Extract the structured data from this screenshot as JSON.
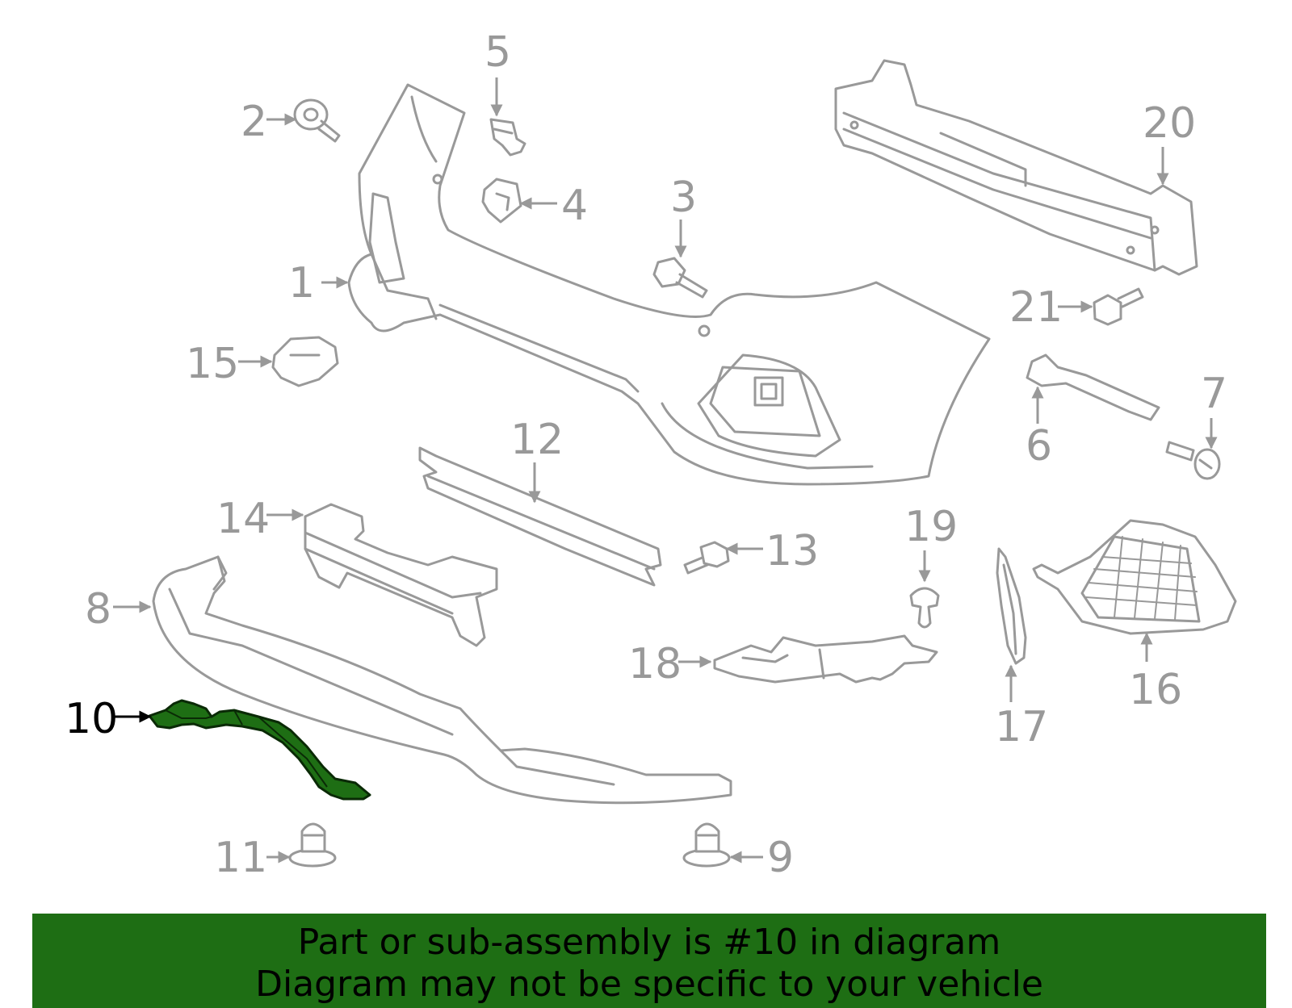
{
  "callouts": [
    {
      "id": "1",
      "label": "1"
    },
    {
      "id": "2",
      "label": "2"
    },
    {
      "id": "3",
      "label": "3"
    },
    {
      "id": "4",
      "label": "4"
    },
    {
      "id": "5",
      "label": "5"
    },
    {
      "id": "6",
      "label": "6"
    },
    {
      "id": "7",
      "label": "7"
    },
    {
      "id": "8",
      "label": "8"
    },
    {
      "id": "9",
      "label": "9"
    },
    {
      "id": "10",
      "label": "10",
      "highlighted": true
    },
    {
      "id": "11",
      "label": "11"
    },
    {
      "id": "12",
      "label": "12"
    },
    {
      "id": "13",
      "label": "13"
    },
    {
      "id": "14",
      "label": "14"
    },
    {
      "id": "15",
      "label": "15"
    },
    {
      "id": "16",
      "label": "16"
    },
    {
      "id": "17",
      "label": "17"
    },
    {
      "id": "18",
      "label": "18"
    },
    {
      "id": "19",
      "label": "19"
    },
    {
      "id": "20",
      "label": "20"
    },
    {
      "id": "21",
      "label": "21"
    }
  ],
  "banner": {
    "line1": "Part or sub-assembly is #10 in diagram",
    "line2": "Diagram may not be specific to your vehicle"
  },
  "colors": {
    "highlight": "#1e6e14",
    "line_art": "#999999",
    "banner_text": "#000000"
  }
}
